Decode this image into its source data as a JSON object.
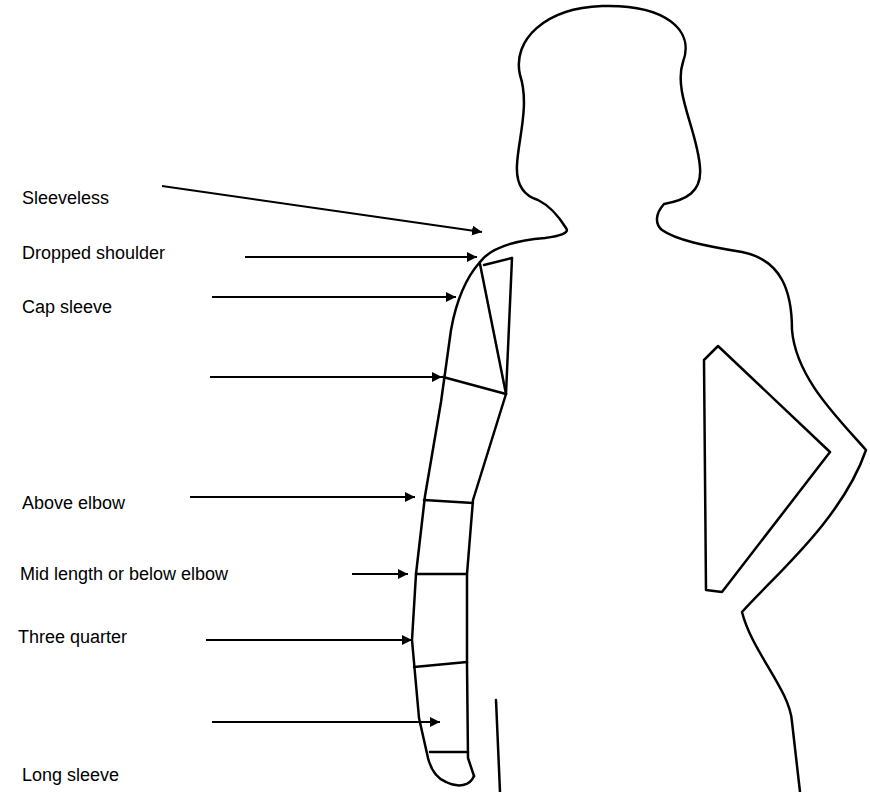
{
  "diagram": {
    "labels": [
      "Sleeveless",
      "Dropped shoulder",
      "Cap sleeve",
      "Above elbow",
      "Mid length or below elbow",
      "Three quarter",
      "Long sleeve"
    ]
  }
}
